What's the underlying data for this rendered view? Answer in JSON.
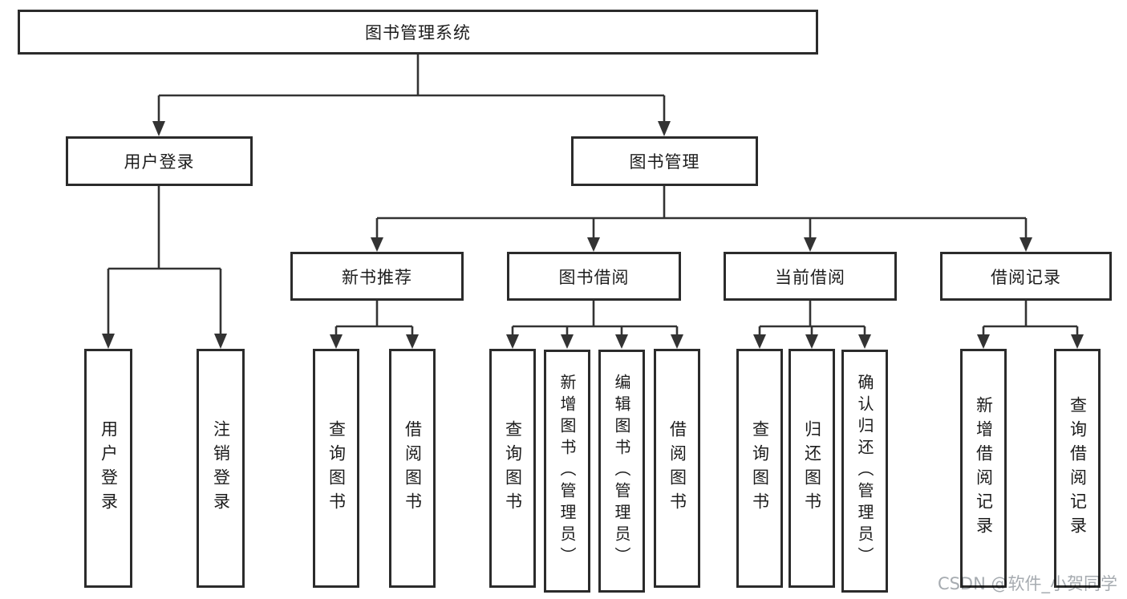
{
  "diagram": {
    "title": "图书管理系统",
    "nodes": {
      "root": "图书管理系统",
      "user_login": "用户登录",
      "book_mgmt": "图书管理",
      "new_book_rec": "新书推荐",
      "book_borrow": "图书借阅",
      "current_borrow": "当前借阅",
      "borrow_records": "借阅记录",
      "leaf_user_login": "用户登录",
      "leaf_logout": "注销登录",
      "leaf_nb_query": "查询图书",
      "leaf_nb_borrow": "借阅图书",
      "leaf_bb_query": "查询图书",
      "leaf_bb_add": "新增图书（管理员）",
      "leaf_bb_edit": "编辑图书（管理员）",
      "leaf_bb_borrow": "借阅图书",
      "leaf_cb_query": "查询图书",
      "leaf_cb_return": "归还图书",
      "leaf_cb_confirm": "确认归还（管理员）",
      "leaf_br_add": "新增借阅记录",
      "leaf_br_query": "查询借阅记录"
    },
    "hierarchy": {
      "图书管理系统": [
        "用户登录",
        "图书管理"
      ],
      "用户登录": [
        "用户登录",
        "注销登录"
      ],
      "图书管理": [
        "新书推荐",
        "图书借阅",
        "当前借阅",
        "借阅记录"
      ],
      "新书推荐": [
        "查询图书",
        "借阅图书"
      ],
      "图书借阅": [
        "查询图书",
        "新增图书（管理员）",
        "编辑图书（管理员）",
        "借阅图书"
      ],
      "当前借阅": [
        "查询图书",
        "归还图书",
        "确认归还（管理员）"
      ],
      "借阅记录": [
        "新增借阅记录",
        "查询借阅记录"
      ]
    },
    "colors": {
      "line": "#333333",
      "box_border": "#2b2b2b",
      "box_fill": "#ffffff",
      "text": "#1c1c1c",
      "watermark": "#a6abb0",
      "background": "#ffffff"
    },
    "watermark": "CSDN @软件_小贺同学"
  }
}
